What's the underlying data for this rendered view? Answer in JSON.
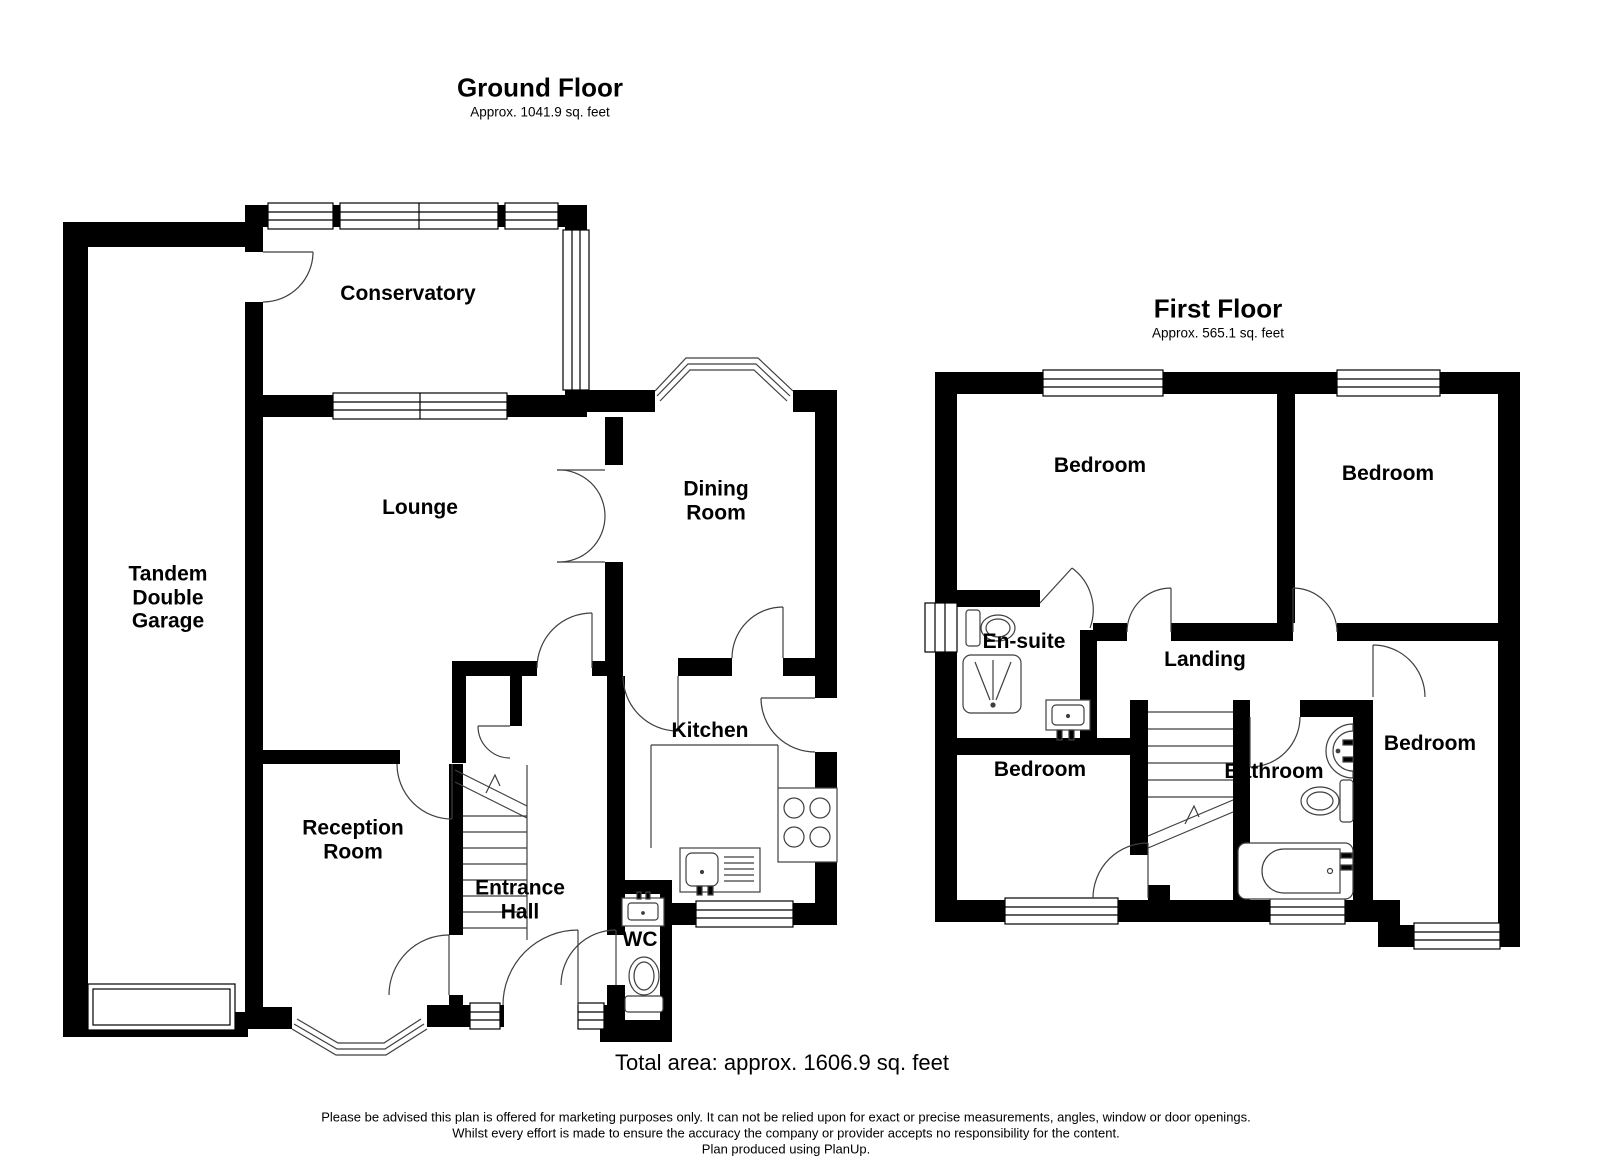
{
  "ground_floor": {
    "title": "Ground Floor",
    "area_label": "Approx. 1041.9 sq. feet",
    "rooms": {
      "garage": "Tandem Double Garage",
      "conservatory": "Conservatory",
      "lounge": "Lounge",
      "dining_room": "Dining Room",
      "kitchen": "Kitchen",
      "reception_room": "Reception Room",
      "entrance_hall": "Entrance Hall",
      "wc": "WC"
    }
  },
  "first_floor": {
    "title": "First Floor",
    "area_label": "Approx. 565.1 sq. feet",
    "rooms": {
      "bedroom_top_left": "Bedroom",
      "bedroom_top_right": "Bedroom",
      "bedroom_bottom_left": "Bedroom",
      "bedroom_bottom_right": "Bedroom",
      "en_suite": "En-suite",
      "landing": "Landing",
      "bathroom": "Bathroom"
    }
  },
  "footer": {
    "total_area": "Total area: approx. 1606.9 sq. feet",
    "disclaimer_line_1": "Please be advised this plan is offered for marketing purposes only. It can not be relied upon for exact or precise measurements, angles, window or door openings.",
    "disclaimer_line_2": "Whilst every effort is made to ensure the accuracy the company or provider accepts no responsibility for the content.",
    "credit": "Plan produced using PlanUp."
  },
  "colors": {
    "wall": "#000000",
    "background": "#ffffff",
    "detail_line": "#3f3f3f"
  }
}
